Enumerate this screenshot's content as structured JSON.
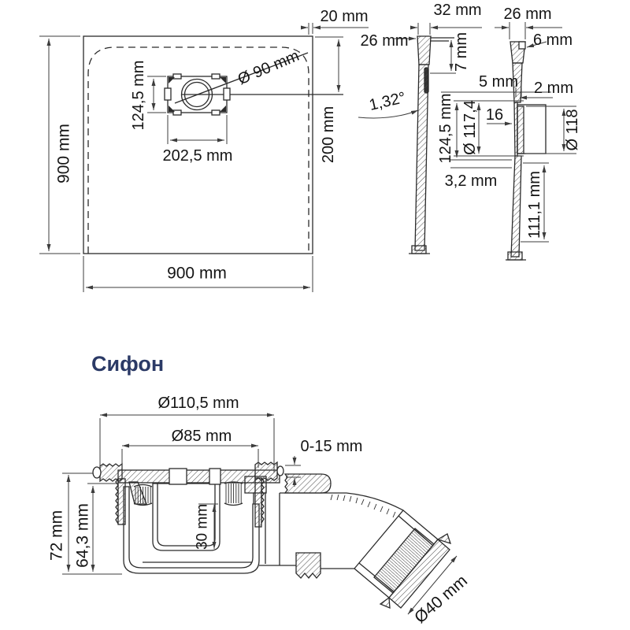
{
  "page": {
    "background": "#ffffff",
    "line_color": "#2b2b2b",
    "title_color": "#2b3a66"
  },
  "plan_view": {
    "height": "900 mm",
    "width": "900 mm",
    "drain_offset_vertical": "124,5 mm",
    "drain_offset_horizontal": "202,5 mm",
    "drain_diameter": "Ø 90 mm",
    "rim_width": "20 mm",
    "drain_center_from_edge": "200 mm"
  },
  "section_left": {
    "top_width": "32 mm",
    "wall_thickness": "26 mm",
    "edge_step": "7 mm",
    "slope_angle": "1,32°",
    "drain_offset": "124,5 mm",
    "floor_thickness": "3,2 mm"
  },
  "section_right": {
    "top_width": "26 mm",
    "edge_height": "6 mm",
    "wall_upper": "5 mm",
    "wall_lower": "2 mm",
    "hole_diameter": "Ø 117,4",
    "seat_depth": "16",
    "boss_diameter": "Ø 118",
    "bottom_length": "111,1 mm"
  },
  "siphon": {
    "title": "Сифон",
    "flange_diameter": "Ø110,5 mm",
    "inner_diameter": "Ø85 mm",
    "adjustment_range": "0-15 mm",
    "total_height": "72 mm",
    "body_height": "64,3 mm",
    "cup_depth": "30 mm",
    "outlet_diameter": "Ø40 mm"
  }
}
